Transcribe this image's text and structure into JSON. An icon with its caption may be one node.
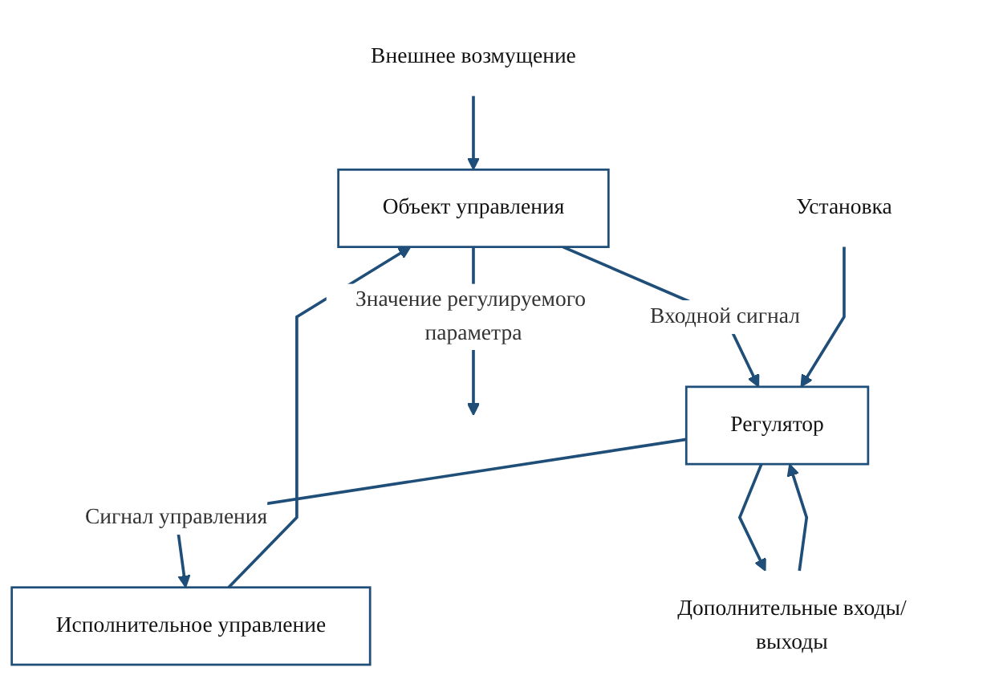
{
  "diagram": {
    "nodes": [
      {
        "text": [
          "Внешнее возмущение"
        ]
      },
      {
        "text": [
          "Объект управления"
        ]
      },
      {
        "text": [
          "Исполнительное управление"
        ]
      },
      {
        "text": [
          "Установка"
        ]
      },
      {
        "text": [
          "Регулятор"
        ]
      },
      {
        "text": [
          "Дополнительные входы/выходы"
        ]
      }
    ],
    "edges": [
      {
        "from": 0,
        "to": 1,
        "arrow": "to"
      },
      {
        "from": 1,
        "to": null,
        "arrow": "to",
        "label": "Значение регулируемого параметра"
      },
      {
        "from": 1,
        "to": 4,
        "arrow": "to",
        "label": "Входной сигнал"
      },
      {
        "from": 3,
        "to": 4,
        "arrow": "to"
      },
      {
        "from": 4,
        "to": 2,
        "arrow": "to",
        "label": "Сигнал управления"
      },
      {
        "from": 2,
        "to": 1,
        "arrow": "to"
      },
      {
        "from": 5,
        "to": 4,
        "arrow": "to"
      },
      {
        "from": 4,
        "to": 5,
        "arrow": "to"
      }
    ]
  }
}
